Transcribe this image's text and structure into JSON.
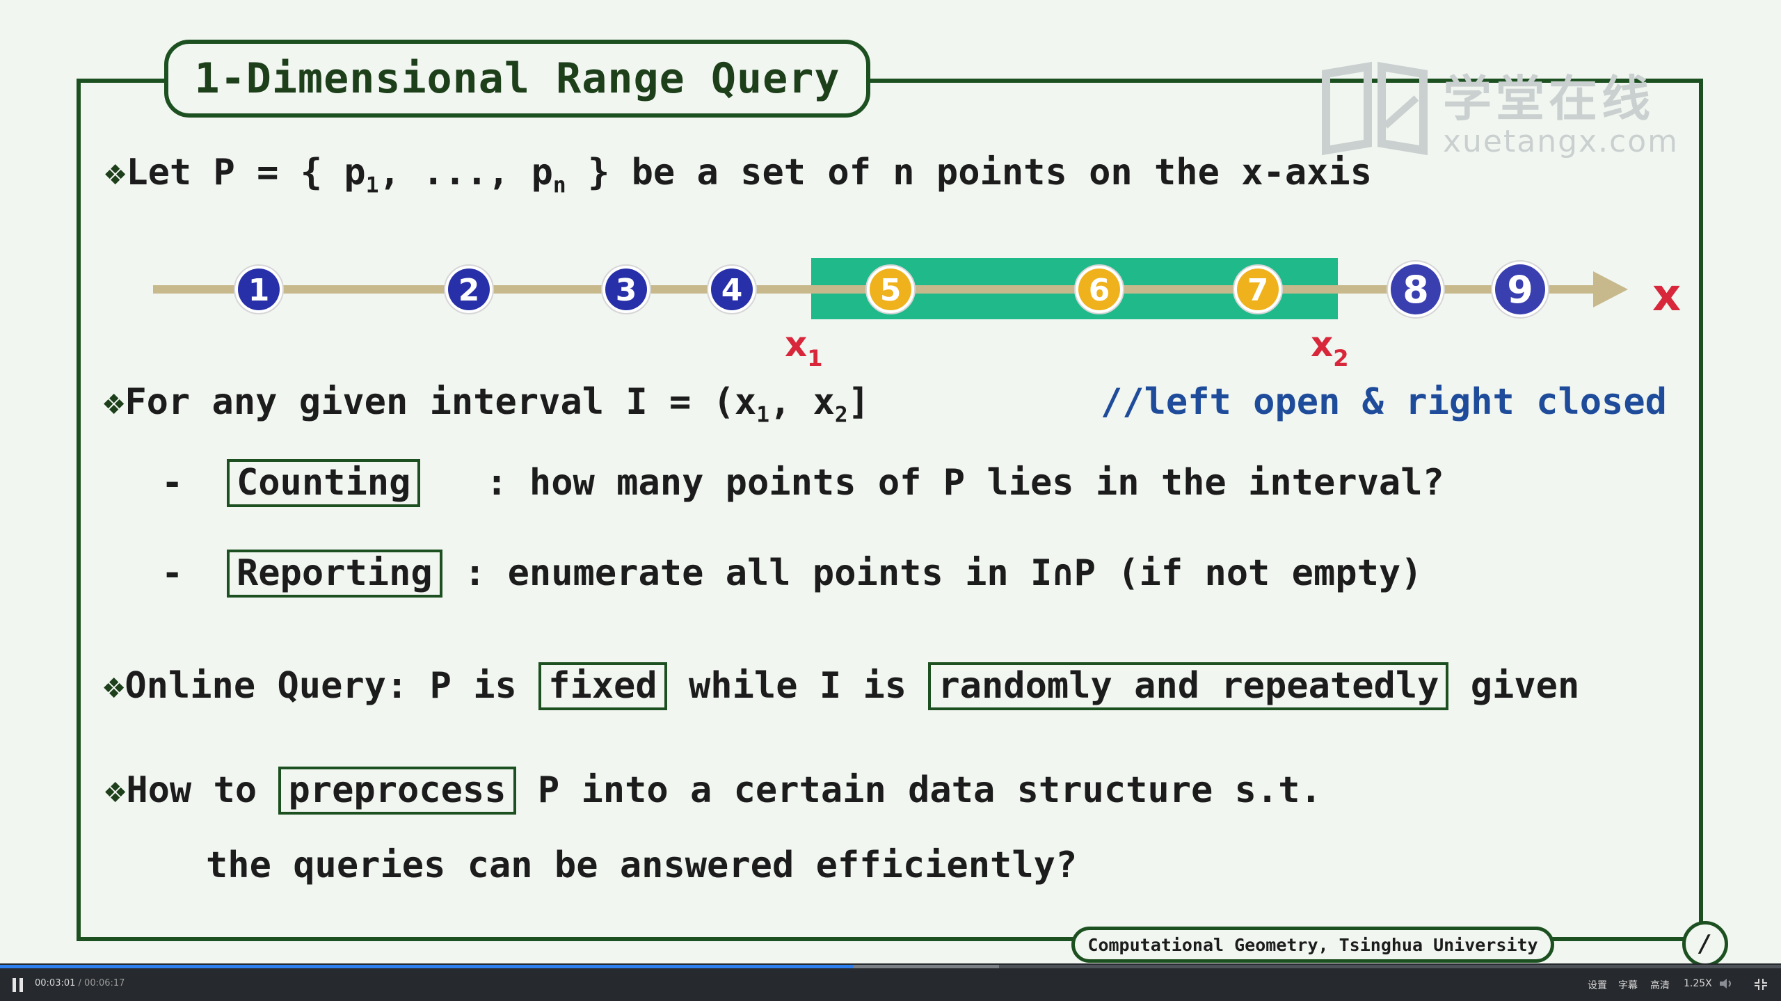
{
  "slide": {
    "title": "1-Dimensional Range Query",
    "watermark": {
      "cn": "学堂在线",
      "en": "xuetangx.com"
    },
    "line1": {
      "prefix": "Let P = { p",
      "sub1": "1",
      "mid": ", ..., p",
      "subn": "n",
      "suffix": " } be a set of n points on the x-axis"
    },
    "axis": {
      "points": [
        "1",
        "2",
        "3",
        "4",
        "5",
        "6",
        "7",
        "8",
        "9"
      ],
      "label": "x",
      "x1": "x",
      "x1_sub": "1",
      "x2": "x",
      "x2_sub": "2"
    },
    "line2": {
      "prefix": "For any given interval I = (x",
      "sub1": "1",
      "mid": ", x",
      "sub2": "2",
      "suffix": "]",
      "comment": "//left open & right closed"
    },
    "counting": {
      "dash": "-",
      "term": "Counting",
      "desc": ": how many points of P lies in the interval?"
    },
    "reporting": {
      "dash": "-",
      "term": "Reporting",
      "desc": ": enumerate all points in I∩P (if not empty)"
    },
    "online": {
      "a": "Online Query: P is ",
      "fixed": "fixed",
      "b": " while I is ",
      "random": "randomly and repeatedly",
      "c": " given"
    },
    "howto": {
      "a": "How to ",
      "pre": "preprocess",
      "b": " P into a certain data structure s.t.",
      "line2": "the queries can be answered efficiently?"
    },
    "footer": "Computational Geometry, Tsinghua University",
    "page": "/"
  },
  "player": {
    "current_time": "00:03:01",
    "duration": "/ 00:06:17",
    "settings": "设置",
    "subtitles": "字幕",
    "quality": "高清",
    "speed": "1.25X",
    "progress": 0.479,
    "buffered": 0.561
  },
  "colors": {
    "frame": "#1d5020",
    "highlight": "#1fb98a",
    "point_blue": "#2730a8",
    "point_yellow": "#f0b21c",
    "axis": "#c8b98c",
    "red": "#d8263a",
    "comment": "#1f4c9a"
  }
}
